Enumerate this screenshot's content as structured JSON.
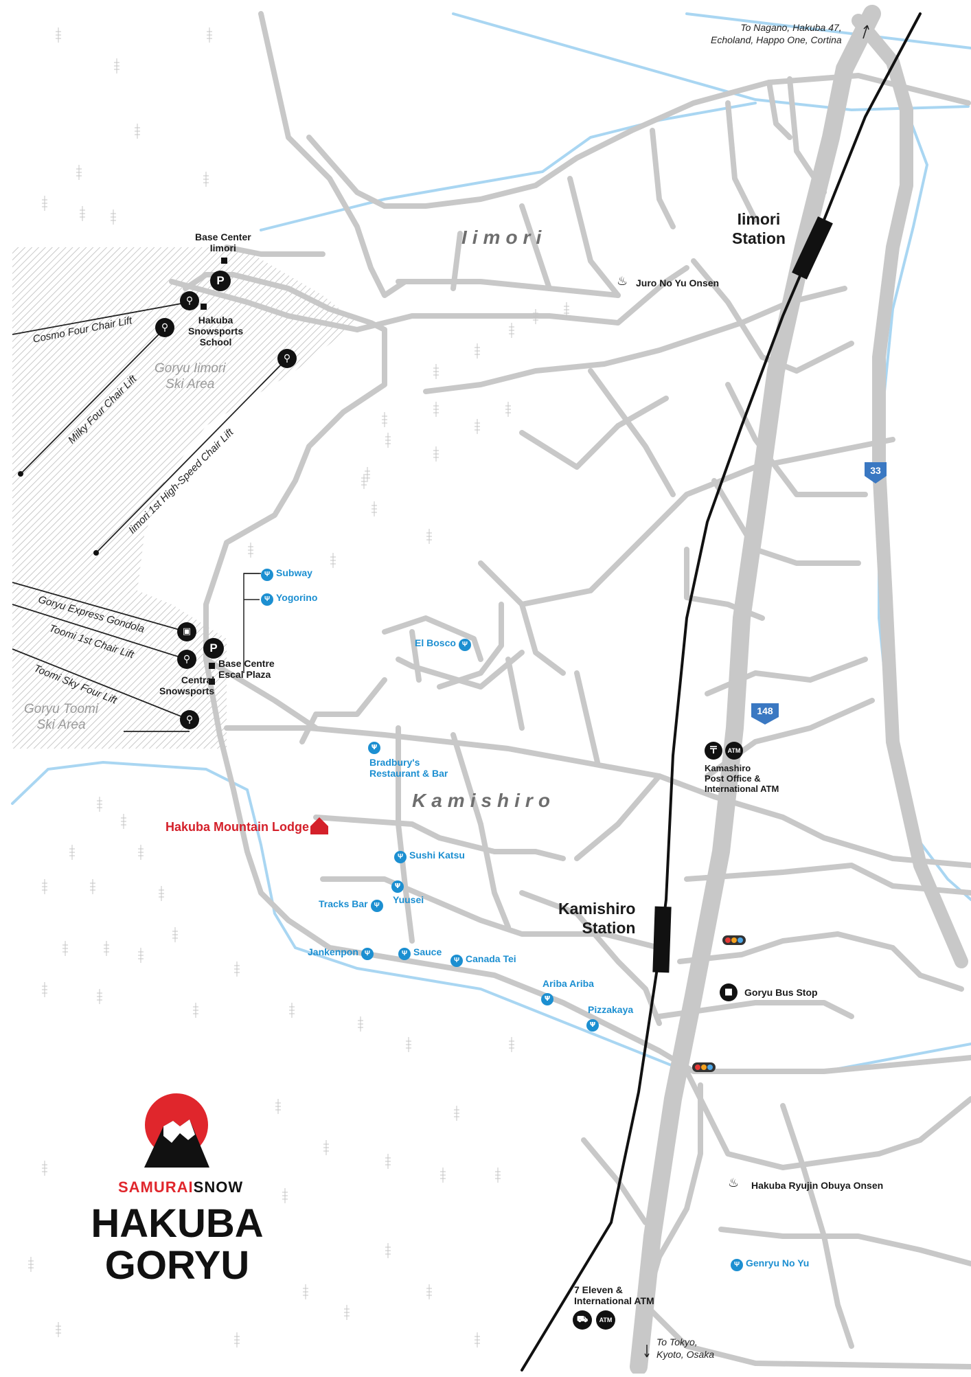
{
  "map": {
    "areas": {
      "iimori": "Iimori",
      "kamishiro": "Kamishiro"
    },
    "ski_areas": {
      "iimori": "Goryu Iimori\nSki Area",
      "toomi": "Goryu Toomi\nSki Area"
    },
    "lifts": {
      "cosmo": "Cosmo Four Chair Lift",
      "milky": "Milky Four Chair Lift",
      "iimori_high_speed": "Iimori 1st High-Speed Chair Lift",
      "gondola": "Goryu Express Gondola",
      "toomi_1st": "Toomi 1st Chair Lift",
      "toomi_sky": "Toomi Sky Four Lift"
    },
    "stations": {
      "iimori": "Iimori\nStation",
      "kamishiro": "Kamishiro\nStation"
    },
    "places": {
      "base_center_iimori": "Base Center\nIimori",
      "hakuba_snowsports_school": "Hakuba\nSnowsports\nSchool",
      "base_centre_escal": "Base Centre\nEscal Plaza",
      "central_snowsports": "Central\nSnowsports",
      "juro_no_yu": "Juro No Yu Onsen",
      "post_office": "Kamashiro\nPost Office &\nInternational ATM",
      "goryu_bus_stop": "Goryu Bus Stop",
      "obuya_onsen": "Hakuba Ryujin Obuya Onsen",
      "seven_eleven": "7 Eleven &\nInternational ATM"
    },
    "restaurants": {
      "subway": "Subway",
      "yogorino": "Yogorino",
      "el_bosco": "El Bosco",
      "bradburys": "Bradbury's\nRestaurant & Bar",
      "sushi_katsu": "Sushi Katsu",
      "yuusei": "Yuusei",
      "tracks_bar": "Tracks Bar",
      "jankenpon": "Jankenpon",
      "sauce": "Sauce",
      "canada_tei": "Canada Tei",
      "ariba_ariba": "Ariba Ariba",
      "pizzakaya": "Pizzakaya",
      "genryu_no_yu": "Genryu No Yu"
    },
    "lodge": "Hakuba Mountain Lodge",
    "route_numbers": {
      "r33": "33",
      "r148": "148"
    },
    "icons": {
      "atm": "ATM",
      "parking": "P"
    },
    "directions": {
      "north": "To Nagano, Hakuba 47,\nEcholand, Happo One, Cortina",
      "south": "To Tokyo,\nKyoto, Osaka"
    }
  },
  "brand": {
    "name_part1": "SAMURAI",
    "name_part2": "SNOW",
    "title": "HAKUBA\nGORYU"
  },
  "colors": {
    "road": "#c8c8c8",
    "river": "#a9d6f2",
    "rail": "#111111",
    "restaurant": "#1c8fd1",
    "lodge": "#d4202a",
    "route_shield": "#3a78c2",
    "brand_red": "#e0262c"
  }
}
